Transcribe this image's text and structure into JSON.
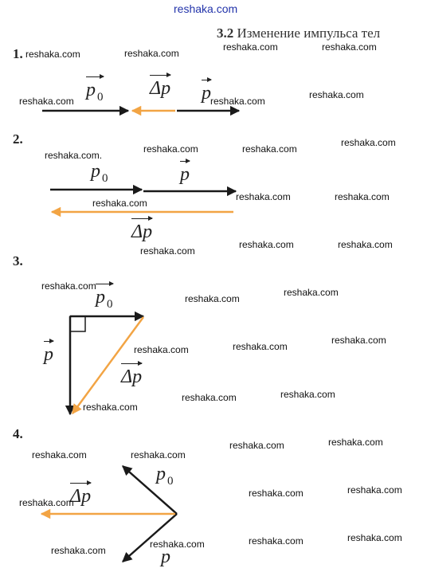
{
  "header": {
    "site": "reshaka.com",
    "section_number": "3.2",
    "section_title": "Изменение импульса тел"
  },
  "watermark": "reshaka.com",
  "watermark_dot": "reshaka.com.",
  "problems": [
    {
      "number": "1.",
      "labels": {
        "p0": "p",
        "p0_sub": "0",
        "dp": "Δp",
        "p": "p"
      }
    },
    {
      "number": "2.",
      "labels": {
        "p0": "p",
        "p0_sub": "0",
        "dp": "Δp",
        "p": "p"
      }
    },
    {
      "number": "3.",
      "labels": {
        "p0": "p",
        "p0_sub": "0",
        "dp": "Δp",
        "p": "p"
      }
    },
    {
      "number": "4.",
      "labels": {
        "p0": "p",
        "p0_sub": "0",
        "dp": "Δp",
        "p": "p"
      }
    }
  ],
  "colors": {
    "black": "#1a1a1a",
    "orange": "#f2a444",
    "watermark_top": "#2233aa"
  }
}
